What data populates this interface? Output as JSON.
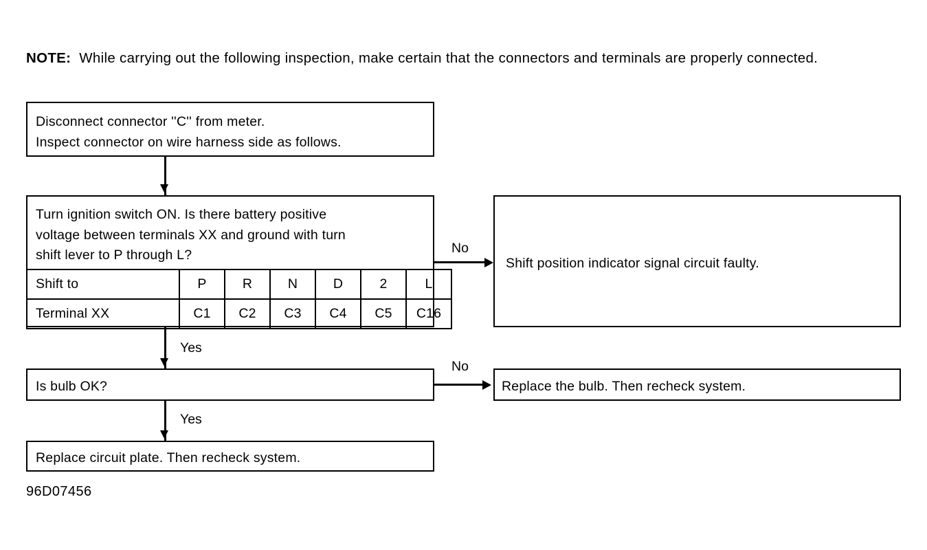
{
  "figure": {
    "id_code": "96D07456"
  },
  "note": {
    "label": "NOTE:",
    "body": "While carrying out the following inspection, make certain that the connectors and terminals are properly connected."
  },
  "flow": {
    "step_disconnect": {
      "line1": "Disconnect connector ''C'' from meter.",
      "line2": "Inspect connector on wire harness side as follows."
    },
    "step_question": {
      "line1": "Turn ignition switch ON. Is there battery positive",
      "line2": "voltage between terminals XX and ground with turn",
      "line3": "shift lever to P through L?"
    },
    "step_bulb": {
      "text": "Is bulb OK?"
    },
    "step_circuit_plate": {
      "text": "Replace circuit plate. Then recheck system."
    },
    "result_faulty": {
      "text": "Shift position indicator signal circuit faulty."
    },
    "result_replace_bulb": {
      "text": "Replace the bulb. Then recheck system."
    },
    "labels": {
      "no_1": "No",
      "yes_1": "Yes",
      "no_2": "No",
      "yes_2": "Yes"
    }
  },
  "shift_table": {
    "rows": [
      {
        "header": "Shift to",
        "cells": [
          "P",
          "R",
          "N",
          "D",
          "2",
          "L"
        ]
      },
      {
        "header": "Terminal XX",
        "cells": [
          "C1",
          "C2",
          "C3",
          "C4",
          "C5",
          "C16"
        ]
      }
    ]
  },
  "colors": {
    "background": "#ffffff",
    "ink": "#000000"
  }
}
